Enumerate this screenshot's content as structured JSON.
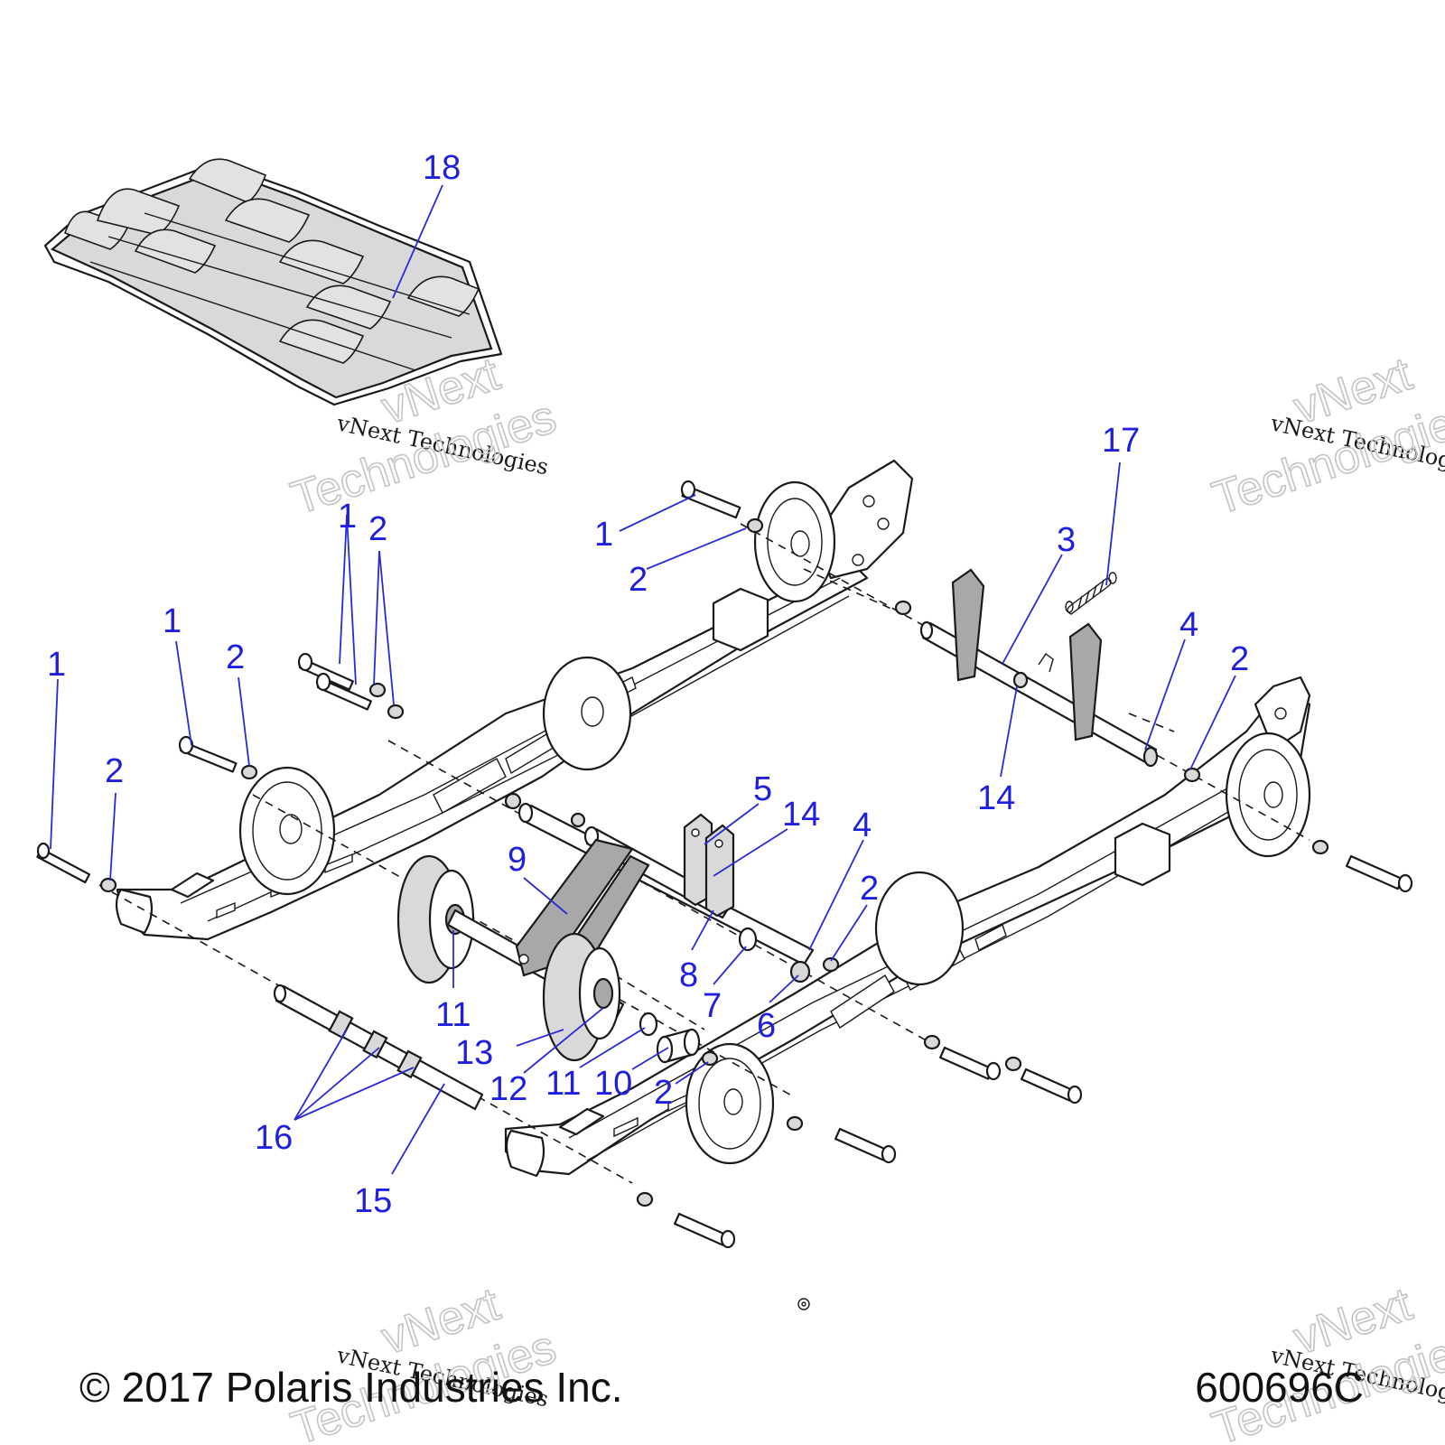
{
  "callouts": [
    {
      "id": "c18",
      "label": "18"
    },
    {
      "id": "c17",
      "label": "17"
    },
    {
      "id": "c3",
      "label": "3"
    },
    {
      "id": "c4a",
      "label": "4"
    },
    {
      "id": "c2a",
      "label": "2"
    },
    {
      "id": "c14a",
      "label": "14"
    },
    {
      "id": "c1a",
      "label": "1"
    },
    {
      "id": "c2b",
      "label": "2"
    },
    {
      "id": "c1b",
      "label": "1"
    },
    {
      "id": "c2c",
      "label": "2"
    },
    {
      "id": "c1c",
      "label": "1"
    },
    {
      "id": "c2d",
      "label": "2"
    },
    {
      "id": "c1d",
      "label": "1"
    },
    {
      "id": "c2e",
      "label": "2"
    },
    {
      "id": "c5",
      "label": "5"
    },
    {
      "id": "c14b",
      "label": "14"
    },
    {
      "id": "c4b",
      "label": "4"
    },
    {
      "id": "c2f",
      "label": "2"
    },
    {
      "id": "c9",
      "label": "9"
    },
    {
      "id": "c8",
      "label": "8"
    },
    {
      "id": "c7",
      "label": "7"
    },
    {
      "id": "c6",
      "label": "6"
    },
    {
      "id": "c11a",
      "label": "11"
    },
    {
      "id": "c13",
      "label": "13"
    },
    {
      "id": "c12",
      "label": "12"
    },
    {
      "id": "c11b",
      "label": "11"
    },
    {
      "id": "c10",
      "label": "10"
    },
    {
      "id": "c2g",
      "label": "2"
    },
    {
      "id": "c16",
      "label": "16"
    },
    {
      "id": "c15",
      "label": "15"
    }
  ],
  "footer": {
    "copyright": "© 2017 Polaris Industries Inc.",
    "part_number": "600696C"
  },
  "watermark": {
    "small": "vNext Technologies",
    "big_line1": "vNext",
    "big_line2": "Technologies"
  }
}
